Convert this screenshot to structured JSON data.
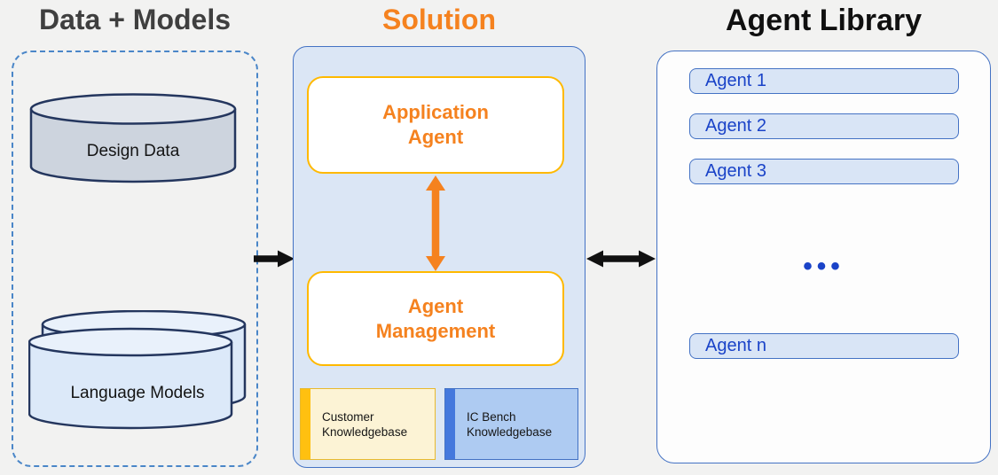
{
  "left_panel": {
    "title": "Data + Models",
    "design_data": {
      "label": "Design Data"
    },
    "language_models": {
      "label": "Language Models"
    }
  },
  "solution_panel": {
    "title": "Solution",
    "application_agent": {
      "line1": "Application",
      "line2": "Agent"
    },
    "agent_management": {
      "line1": "Agent",
      "line2": "Management"
    },
    "customer_kb": {
      "line1": "Customer",
      "line2": "Knowledgebase"
    },
    "icbench_kb": {
      "line1": "IC Bench",
      "line2": "Knowledgebase"
    }
  },
  "agent_library": {
    "title": "Agent Library",
    "agents": [
      "Agent 1",
      "Agent 2",
      "Agent 3"
    ],
    "ellipsis": "•••",
    "agent_n": "Agent n"
  },
  "colors": {
    "background": "#F2F2F1",
    "title-gray": "#3F3F3F",
    "title-black": "#101010",
    "accent-orange": "#F5821F",
    "gold": "#FFB900",
    "dash-blue": "#4A86C8",
    "frame-blue": "#4472C4",
    "solution-fill": "#DBE6F5",
    "library-fill": "#FDFDFD",
    "agent-fill": "#D9E5F6",
    "agent-text": "#1A43C8",
    "kb-yellow-fill": "#FCF3D5",
    "kb-yellow-border": "#E8B92E",
    "kb-yellow-bar": "#FFC010",
    "kb-blue-fill": "#AECBF2",
    "kb-blue-bar": "#4478DD",
    "cyl-navy": "#24365E",
    "cyl-gray": "#CDD4DE",
    "cyl-gray-top": "#E2E6EC",
    "cyl-blue": "#DCE9F9",
    "cyl-blue-top": "#E9F1FB",
    "arrow-black": "#111111"
  }
}
